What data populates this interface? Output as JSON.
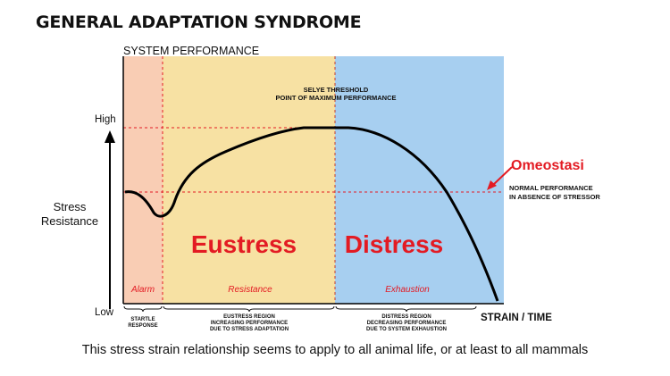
{
  "title": "GENERAL ADAPTATION SYNDROME",
  "caption": "This stress strain relationship seems to apply to all animal life, or at least to all mammals",
  "axes": {
    "y_title": "SYSTEM PERFORMANCE",
    "y_high": "High",
    "y_low": "Low",
    "x_title": "STRAIN / TIME",
    "stress_line1": "Stress",
    "stress_line2": "Resistance"
  },
  "annotations": {
    "selye_line1": "SELYE THRESHOLD",
    "selye_line2": "POINT OF MAXIMUM PERFORMANCE",
    "omeostasi": "Omeostasi",
    "normal_line1": "NORMAL PERFORMANCE",
    "normal_line2": "IN ABSENCE OF STRESSOR"
  },
  "regions": {
    "alarm": {
      "label": "Alarm",
      "color": "#f9cdb4",
      "desc1": "STARTLE",
      "desc2": "RESPONSE"
    },
    "resistance": {
      "label": "Resistance",
      "big": "Eustress",
      "color": "#f7e1a3",
      "desc1": "EUSTRESS REGION",
      "desc2": "INCREASING PERFORMANCE",
      "desc3": "DUE TO STRESS ADAPTATION"
    },
    "exhaustion": {
      "label": "Exhaustion",
      "big": "Distress",
      "color": "#a7cff0",
      "desc1": "DISTRESS REGION",
      "desc2": "DECREASING PERFORMANCE",
      "desc3": "DUE TO SYSTEM EXHAUSTION"
    }
  },
  "colors": {
    "accent_red": "#e31b23",
    "curve": "#000000"
  }
}
